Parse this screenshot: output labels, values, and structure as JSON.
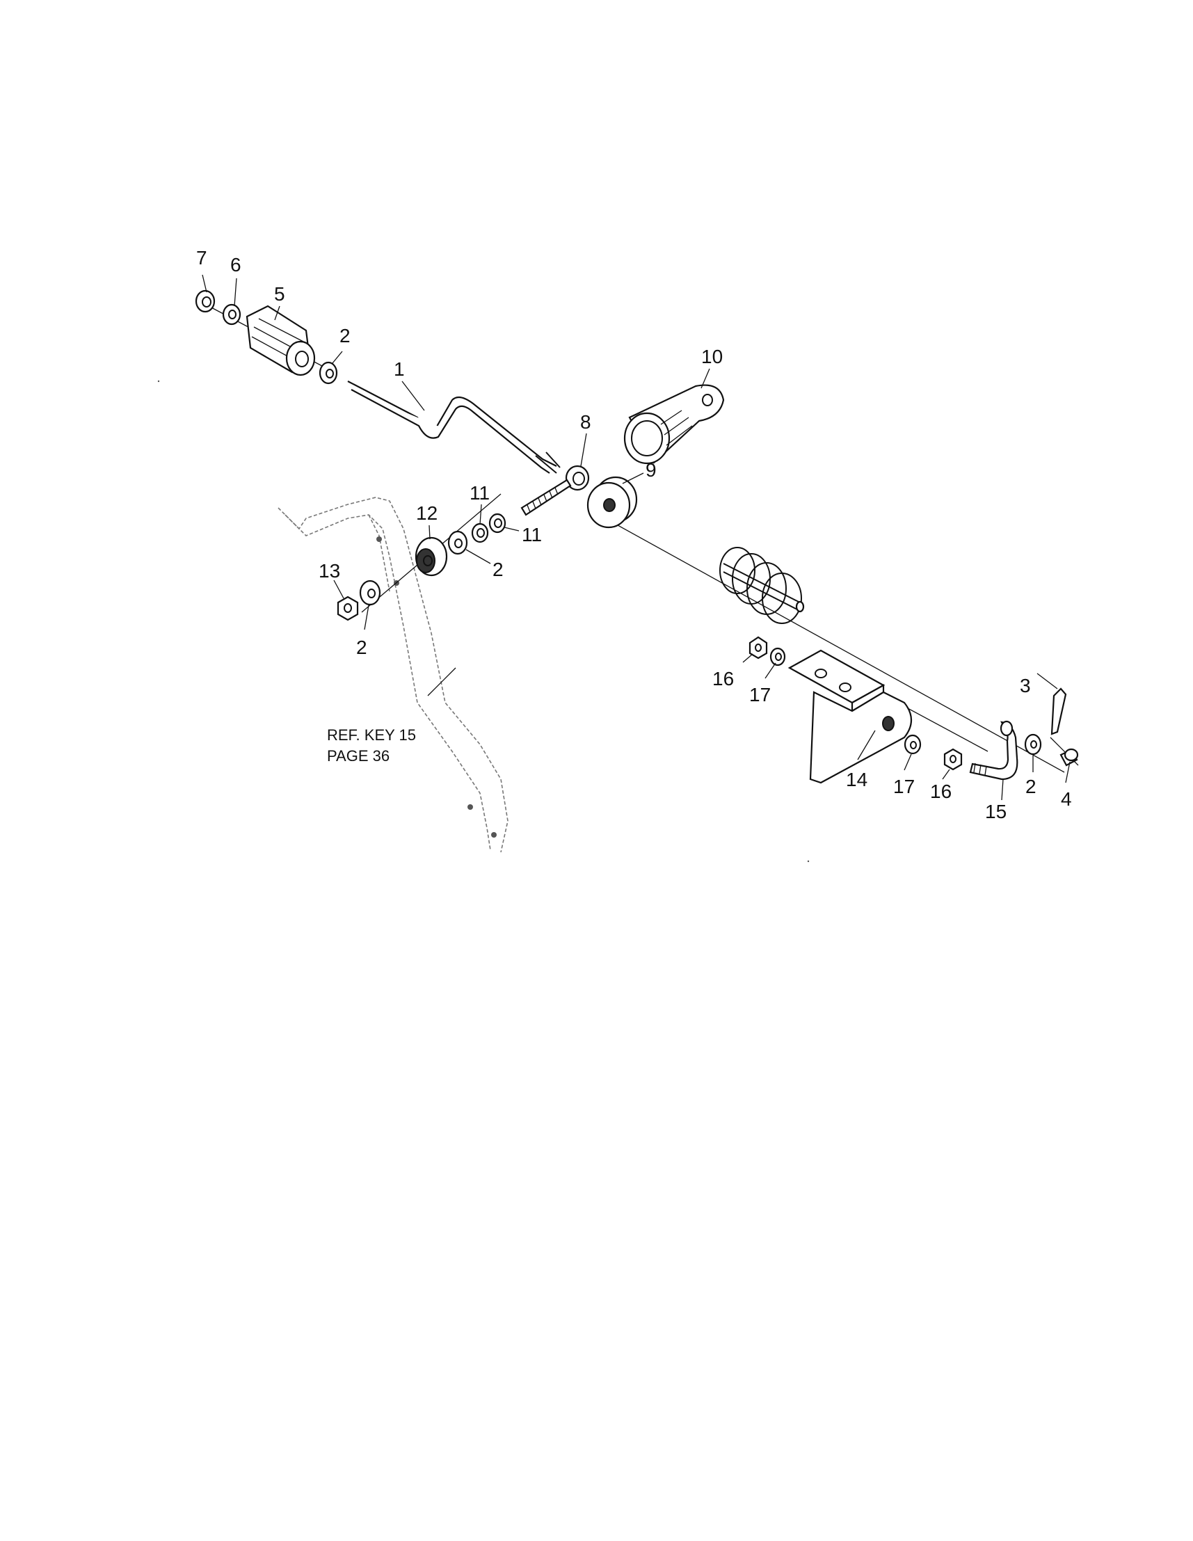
{
  "callouts": {
    "c7": "7",
    "c6": "6",
    "c5": "5",
    "c2a": "2",
    "c1": "1",
    "c10": "10",
    "c8": "8",
    "c9": "9",
    "c11a": "11",
    "c11b": "11",
    "c12": "12",
    "c2b": "2",
    "c13": "13",
    "c2c": "2",
    "c16a": "16",
    "c17a": "17",
    "c3": "3",
    "c14": "14",
    "c17b": "17",
    "c16b": "16",
    "c15": "15",
    "c2d": "2",
    "c4": "4"
  },
  "reference": {
    "line1": "REF. KEY 15",
    "line2": "PAGE 36"
  }
}
